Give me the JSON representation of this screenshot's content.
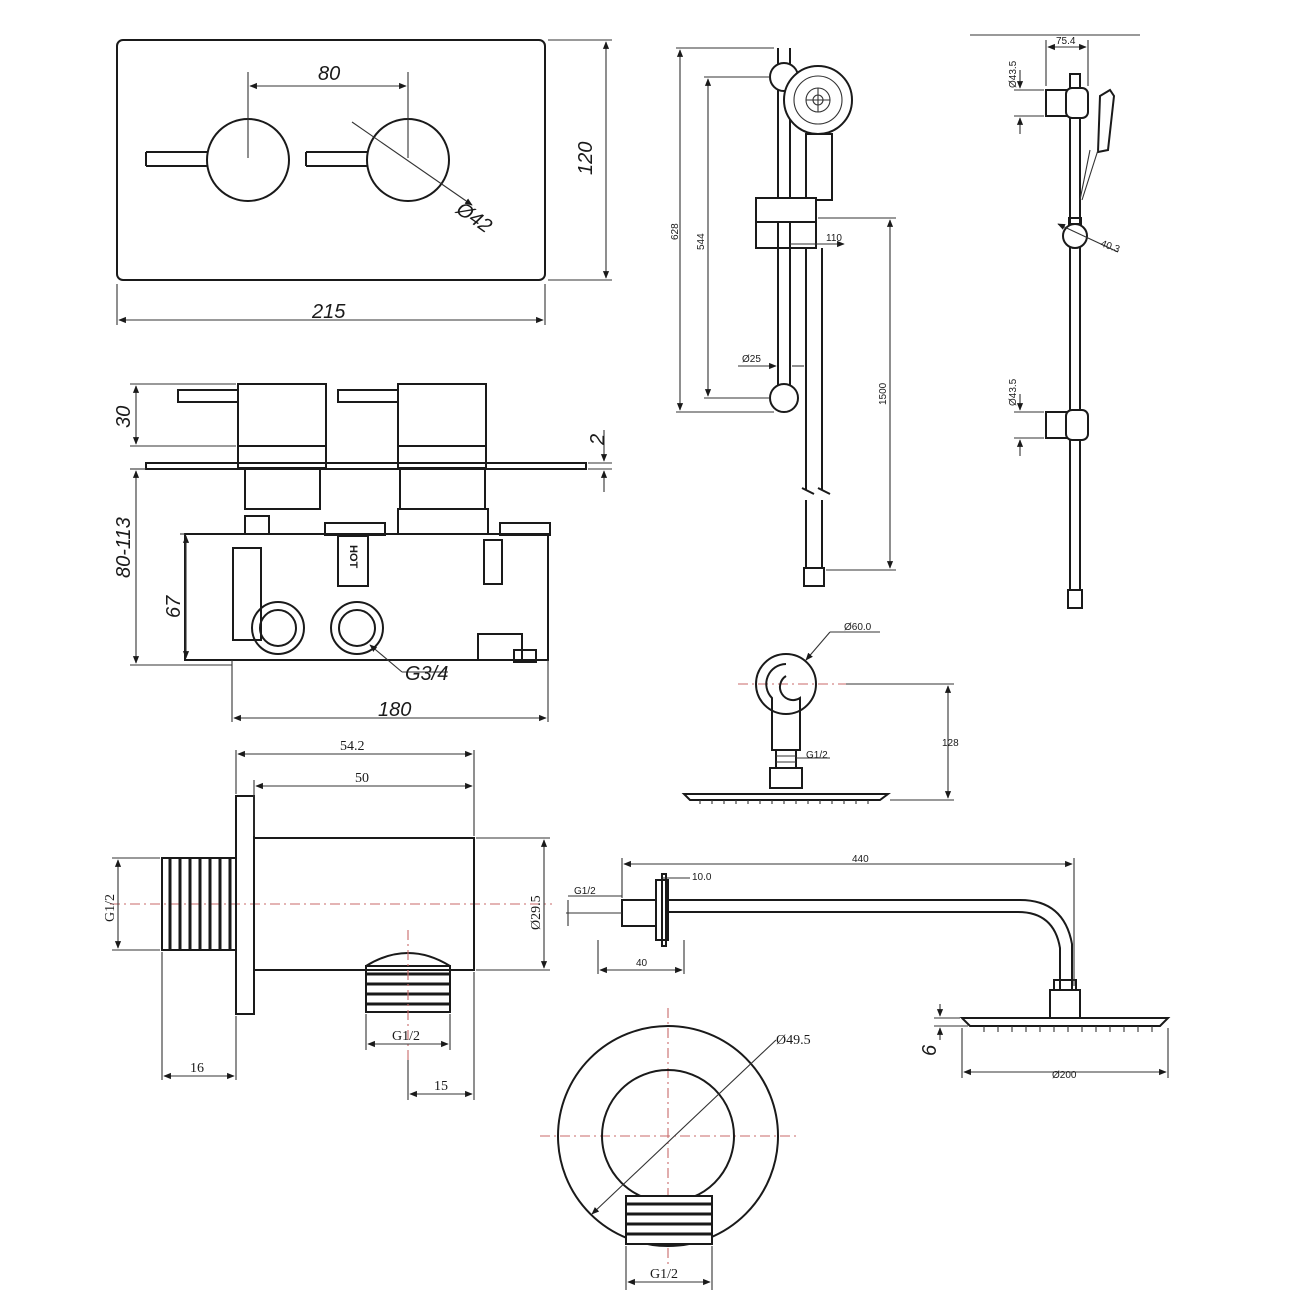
{
  "faceplate": {
    "width": "215",
    "height": "120",
    "spacing": "80",
    "knob_dia": "Ø42"
  },
  "valve_body": {
    "handle_height": "30",
    "plate_thickness": "2",
    "depth_range": "80-113",
    "inlet_height": "67",
    "inlet_thread": "G3/4",
    "width": "180",
    "hot_label": "HOT"
  },
  "slide_rail": {
    "total_height": "628",
    "bracket_spacing": "544",
    "holder_projection": "110",
    "hose_length": "1500",
    "rail_dia": "Ø25",
    "bracket_width": "75.4",
    "bracket_dia_top": "Ø43.5",
    "bracket_dia_bottom": "Ø43.5",
    "holder_dia": "40.3"
  },
  "ceiling_shower": {
    "flange_dia": "Ø60.0",
    "thread": "G1/2",
    "drop": "128"
  },
  "wall_outlet": {
    "total_length": "54.2",
    "body_length": "50",
    "body_dia": "Ø29.5",
    "thread_left": "G1/2",
    "thread_bottom": "G1/2",
    "thread_length": "16",
    "outlet_offset": "15",
    "front_dia": "Ø49.5",
    "front_thread": "G1/2"
  },
  "wall_arm": {
    "length": "440",
    "thread": "G1/2",
    "flange": "10.0",
    "insert": "40",
    "head_thickness": "6",
    "head_dia": "Ø200"
  }
}
